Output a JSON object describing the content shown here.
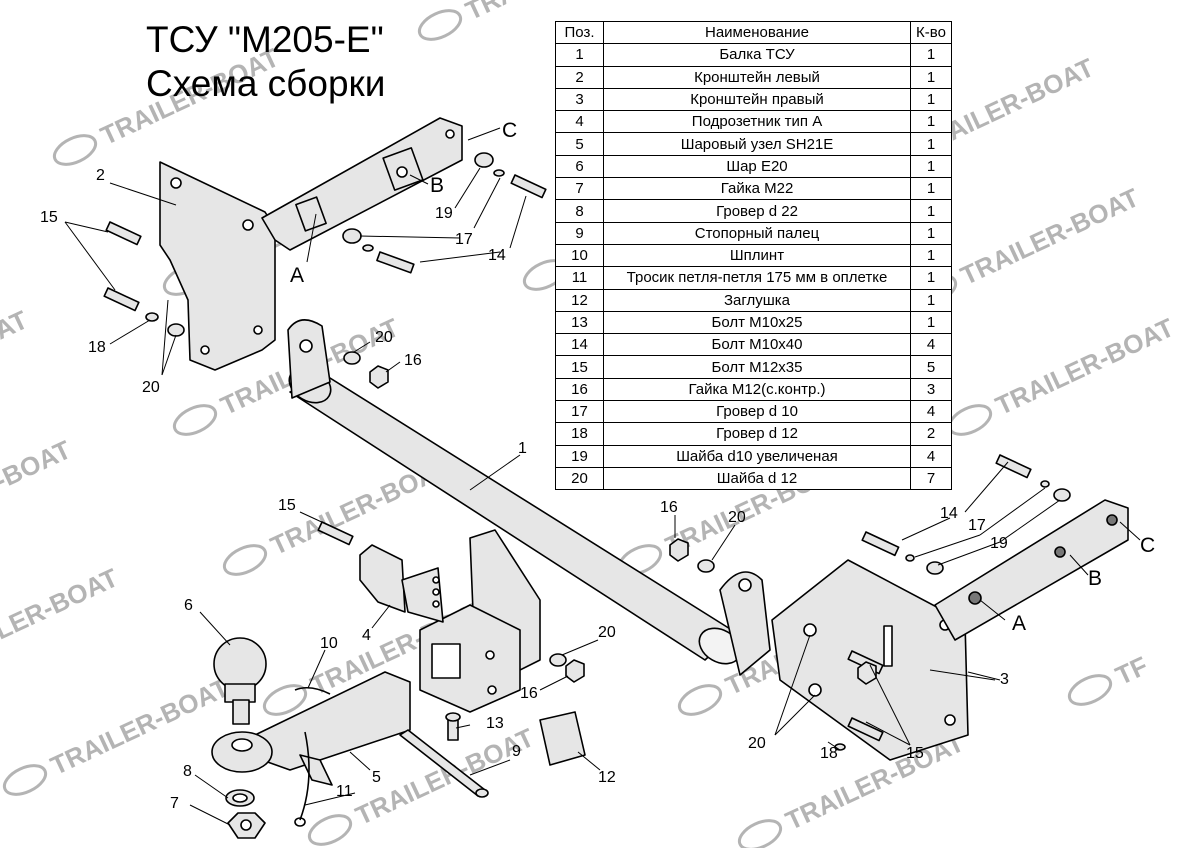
{
  "title_line1": "ТСУ \"M205-E\"",
  "title_line2": "Схема сборки",
  "table": {
    "headers": [
      "Поз.",
      "Наименование",
      "К-во"
    ],
    "rows": [
      {
        "pos": "1",
        "name": "Балка ТСУ",
        "qty": "1"
      },
      {
        "pos": "2",
        "name": "Кронштейн левый",
        "qty": "1"
      },
      {
        "pos": "3",
        "name": "Кронштейн правый",
        "qty": "1"
      },
      {
        "pos": "4",
        "name": "Подрозетник тип А",
        "qty": "1"
      },
      {
        "pos": "5",
        "name": "Шаровый узел SH21E",
        "qty": "1"
      },
      {
        "pos": "6",
        "name": "Шар E20",
        "qty": "1"
      },
      {
        "pos": "7",
        "name": "Гайка M22",
        "qty": "1"
      },
      {
        "pos": "8",
        "name": "Гровер d 22",
        "qty": "1"
      },
      {
        "pos": "9",
        "name": "Стопорный палец",
        "qty": "1"
      },
      {
        "pos": "10",
        "name": "Шплинт",
        "qty": "1"
      },
      {
        "pos": "11",
        "name": "Тросик петля-петля 175 мм в оплетке",
        "qty": "1"
      },
      {
        "pos": "12",
        "name": "Заглушка",
        "qty": "1"
      },
      {
        "pos": "13",
        "name": "Болт M10x25",
        "qty": "1"
      },
      {
        "pos": "14",
        "name": "Болт M10x40",
        "qty": "4"
      },
      {
        "pos": "15",
        "name": "Болт M12x35",
        "qty": "5"
      },
      {
        "pos": "16",
        "name": "Гайка M12(с.контр.)",
        "qty": "3"
      },
      {
        "pos": "17",
        "name": "Гровер d 10",
        "qty": "4"
      },
      {
        "pos": "18",
        "name": "Гровер d 12",
        "qty": "2"
      },
      {
        "pos": "19",
        "name": "Шайба d10 увеличеная",
        "qty": "4"
      },
      {
        "pos": "20",
        "name": "Шайба d 12",
        "qty": "7"
      }
    ]
  },
  "watermark": "TRAILER-BOAT",
  "watermark_fragments": {
    "left_edge_1": "AT",
    "left_edge_2": "-BOAT",
    "left_edge_3": "LER-BOAT",
    "right_edge": "TF"
  },
  "callouts": {
    "n1": "1",
    "n2": "2",
    "n3": "3",
    "n4": "4",
    "n5": "5",
    "n6": "6",
    "n7": "7",
    "n8": "8",
    "n9": "9",
    "n10": "10",
    "n11": "11",
    "n12": "12",
    "n13": "13",
    "n14a": "14",
    "n14b": "14",
    "n15a": "15",
    "n15b": "15",
    "n15c": "15",
    "n16a": "16",
    "n16b": "16",
    "n16c": "16",
    "n17a": "17",
    "n17b": "17",
    "n18a": "18",
    "n18b": "18",
    "n19a": "19",
    "n19b": "19",
    "n20a": "20",
    "n20b": "20",
    "n20c": "20",
    "n20d": "20",
    "n20e": "20",
    "A_left": "A",
    "B_left": "B",
    "C_left": "C",
    "A_right": "A",
    "B_right": "B",
    "C_right": "C"
  },
  "colors": {
    "part_fill": "#e6e6e6",
    "outline": "#000000",
    "watermark": "#b4b4b4"
  }
}
